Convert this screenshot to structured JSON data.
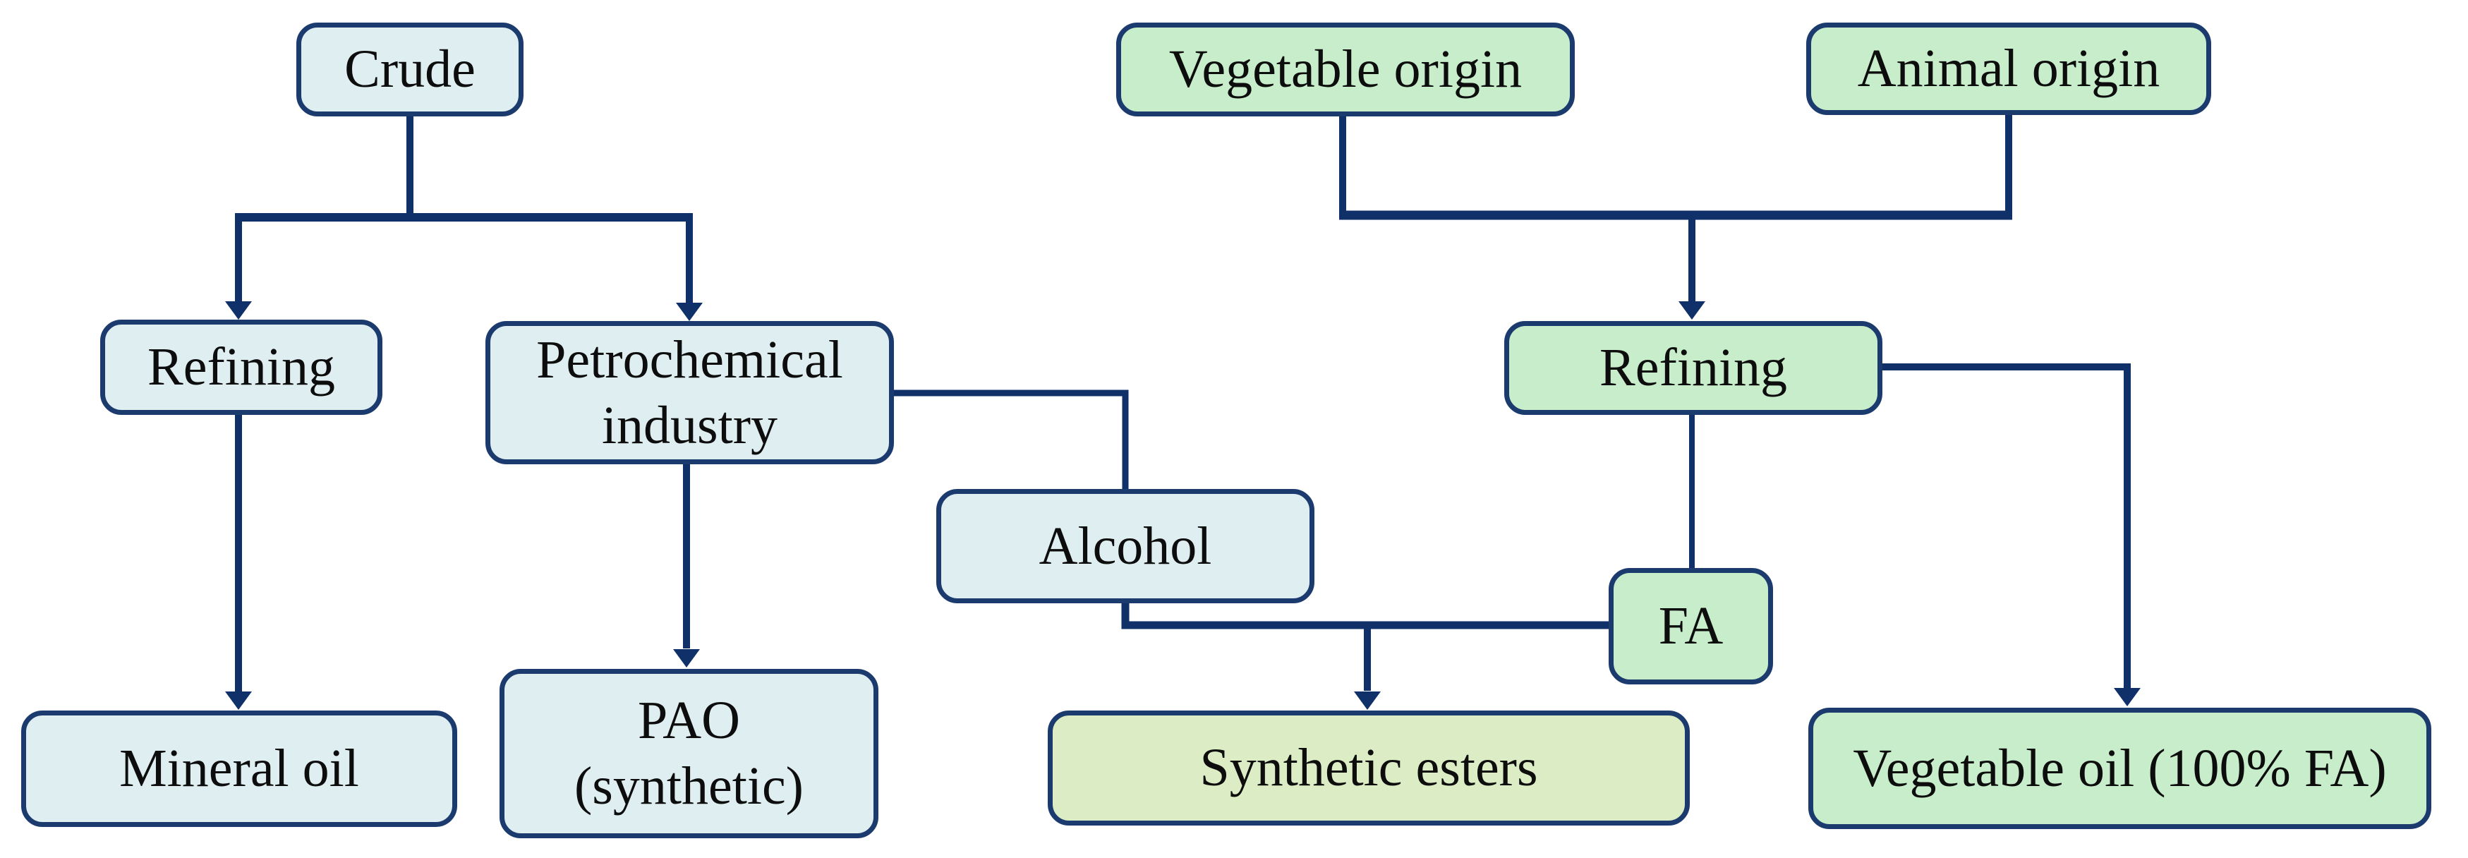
{
  "diagram": {
    "type": "flowchart",
    "colors": {
      "background": "#ffffff",
      "line": "#10306a",
      "box_border": "#1b3a6e",
      "mineral_branch_fill": "#dfeef1",
      "bio_branch_fill": "#c7edca",
      "esters_fill": "#dcedc6",
      "text": "#0d0d0d"
    },
    "nodes": {
      "crude": {
        "label": "Crude"
      },
      "vegetable_origin": {
        "label": "Vegetable origin"
      },
      "animal_origin": {
        "label": "Animal origin"
      },
      "refining_left": {
        "label": "Refining"
      },
      "petrochemical": {
        "lines": [
          "Petrochemical",
          "industry"
        ]
      },
      "refining_right": {
        "label": "Refining"
      },
      "alcohol": {
        "label": "Alcohol"
      },
      "fa": {
        "label": "FA"
      },
      "mineral_oil": {
        "label": "Mineral oil"
      },
      "pao": {
        "lines": [
          "PAO",
          "(synthetic)"
        ]
      },
      "synthetic_esters": {
        "label": "Synthetic esters"
      },
      "vegetable_oil": {
        "label": "Vegetable oil (100% FA)"
      }
    },
    "edges": [
      {
        "from": "crude",
        "to": "refining_left",
        "arrow": true
      },
      {
        "from": "crude",
        "to": "petrochemical",
        "arrow": true
      },
      {
        "from": "refining_left",
        "to": "mineral_oil",
        "arrow": true
      },
      {
        "from": "petrochemical",
        "to": "pao",
        "arrow": true
      },
      {
        "from": "petrochemical",
        "to": "alcohol",
        "arrow": false
      },
      {
        "from": "alcohol",
        "to": "synthetic_esters",
        "arrow": true
      },
      {
        "from": "fa",
        "to": "synthetic_esters",
        "arrow": true
      },
      {
        "from": "vegetable_origin",
        "to": "refining_right",
        "arrow": true
      },
      {
        "from": "animal_origin",
        "to": "refining_right",
        "arrow": true
      },
      {
        "from": "refining_right",
        "to": "fa",
        "arrow": false
      },
      {
        "from": "refining_right",
        "to": "vegetable_oil",
        "arrow": true
      }
    ]
  }
}
